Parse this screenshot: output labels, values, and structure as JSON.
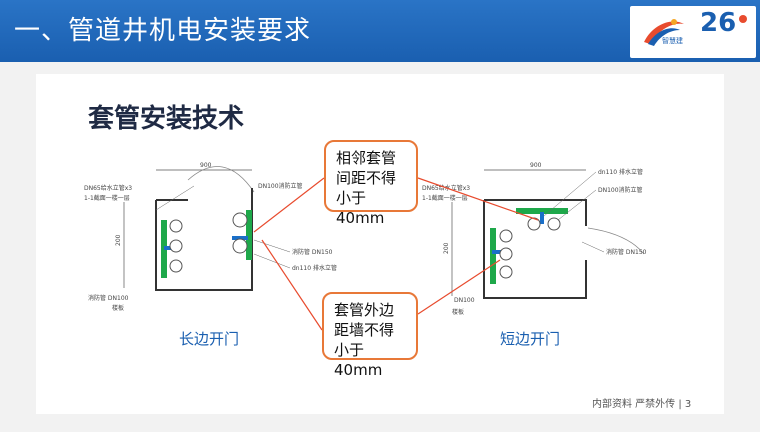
{
  "header": {
    "title": "一、管道井机电安装要求",
    "logo1_text": "智慧建",
    "logo2_text": "26"
  },
  "slide": {
    "title": "套管安装技术",
    "callouts": [
      "相邻套管间距不得小于40mm",
      "套管外边距墙不得小于40mm"
    ],
    "captions": [
      "长边开门",
      "短边开门"
    ],
    "footer": "内部资料 严禁外传 | 3"
  },
  "diagram_left": {
    "dim_top": "900",
    "dim_side": "200",
    "labels": {
      "dn65": "DN65给水立管x3",
      "section": "1-1截面一楼一层",
      "dn100_top": "DN100消防立管",
      "dn150": "消防管 DN150",
      "dn110": "dn110 排水立管",
      "dn100_bottom": "消防管 DN100",
      "floor": "楼板"
    }
  },
  "diagram_right": {
    "dim_top": "900",
    "dim_side": "200",
    "labels": {
      "dn65": "DN65给水立管x3",
      "section": "1-1截面一楼一层",
      "dn110": "dn110 排水立管",
      "dn100_top": "DN100消防立管",
      "dn150": "消防管 DN150",
      "dn100_bottom": "DN100",
      "floor": "楼板"
    }
  }
}
